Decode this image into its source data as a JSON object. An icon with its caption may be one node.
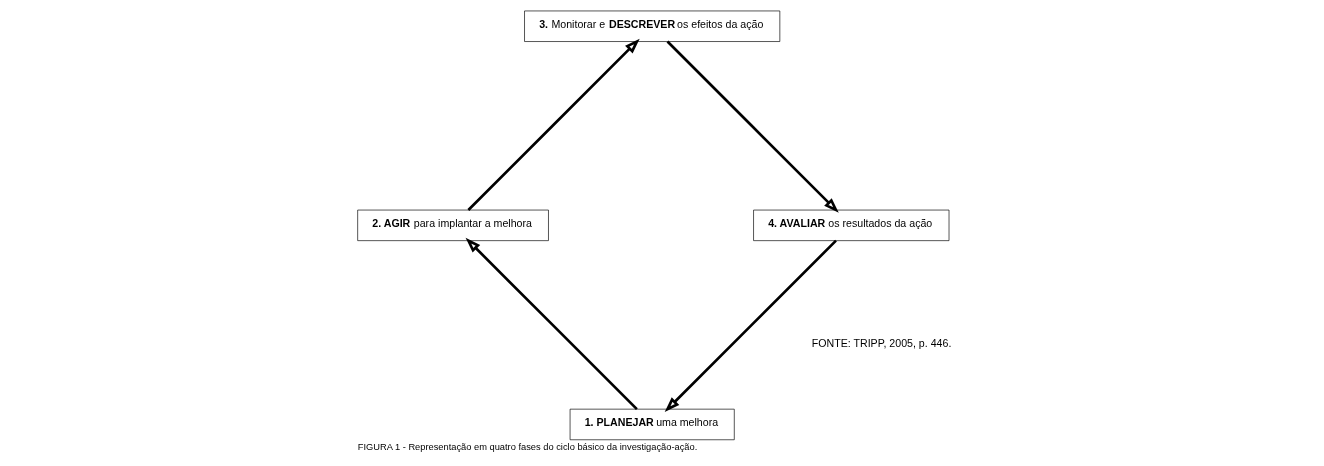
{
  "diagram": {
    "caption": "FIGURA 1 - Representação em quatro fases do ciclo básico da investigação-ação.",
    "nodes": [
      {
        "text": [
          "**1. PLANEJAR** uma melhora"
        ]
      },
      {
        "text": [
          "**2. AGIR** para implantar a melhora"
        ]
      },
      {
        "text": [
          "**3.** Monitorar e **DESCREVER** os efeitos da ação"
        ]
      },
      {
        "text": [
          "**4. AVALIAR** os resultados da ação"
        ]
      }
    ],
    "edges": [
      {
        "from": 0,
        "to": 1,
        "arrow": "to"
      },
      {
        "from": 1,
        "to": 2,
        "arrow": "to"
      },
      {
        "from": 2,
        "to": 3,
        "arrow": "to"
      },
      {
        "from": 3,
        "to": 0,
        "arrow": "to"
      }
    ],
    "labels": [
      "FONTE: TRIPP, 2005, p. 446."
    ]
  }
}
